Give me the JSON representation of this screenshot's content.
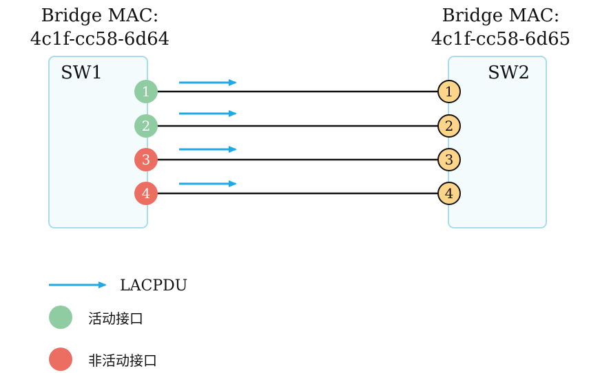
{
  "colors": {
    "switch_fill": "#f3fbfd",
    "switch_border": "#a9dcea",
    "link": "#111111",
    "lacpdu_arrow": "#1ea9e6",
    "active_port": "#8fcca2",
    "inactive_port": "#ec6e63",
    "peer_port": "#fdd58a"
  },
  "switches": [
    {
      "name": "SW1",
      "mac_title": "Bridge MAC:",
      "mac": "4c1f-cc58-6d64",
      "ports": [
        {
          "label": "1",
          "state": "active"
        },
        {
          "label": "2",
          "state": "active"
        },
        {
          "label": "3",
          "state": "inactive"
        },
        {
          "label": "4",
          "state": "inactive"
        }
      ]
    },
    {
      "name": "SW2",
      "mac_title": "Bridge MAC:",
      "mac": "4c1f-cc58-6d65",
      "ports": [
        {
          "label": "1",
          "state": "peer"
        },
        {
          "label": "2",
          "state": "peer"
        },
        {
          "label": "3",
          "state": "peer"
        },
        {
          "label": "4",
          "state": "peer"
        }
      ]
    }
  ],
  "legend": {
    "lacpdu": "LACPDU",
    "active": "活动接口",
    "inactive": "非活动接口"
  },
  "icons": {
    "lacpdu": "arrow-right-icon",
    "active": "circle-icon",
    "inactive": "circle-icon"
  }
}
